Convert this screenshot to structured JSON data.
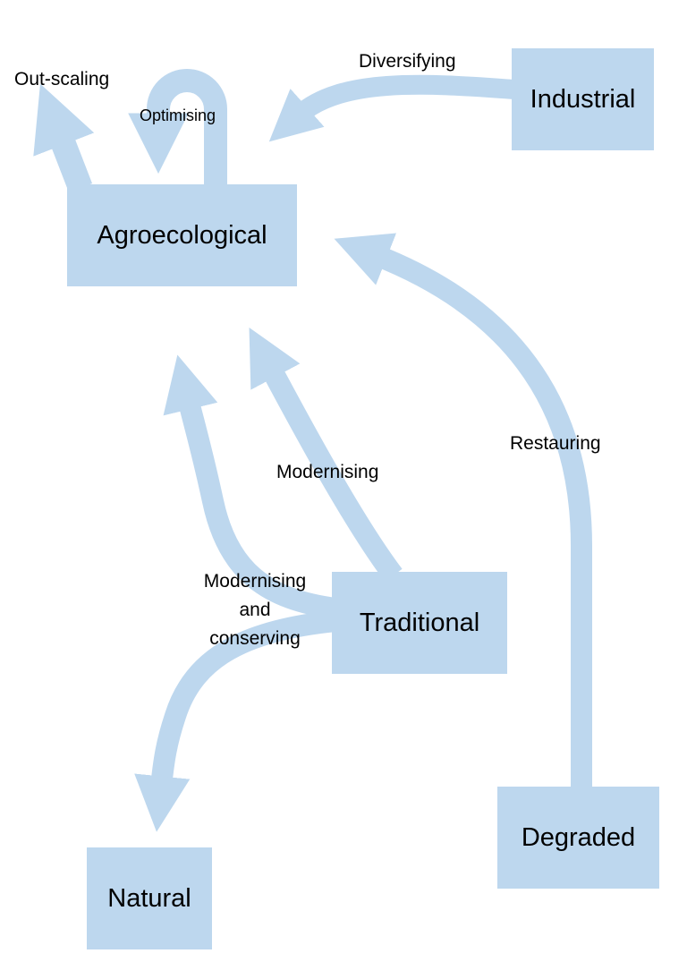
{
  "colors": {
    "box_fill": "#bdd7ee",
    "arrow_fill": "#bdd7ee",
    "text": "#000000",
    "background": "#ffffff"
  },
  "nodes": {
    "industrial": "Industrial",
    "agroecological": "Agroecological",
    "traditional": "Traditional",
    "natural": "Natural",
    "degraded": "Degraded"
  },
  "edges": {
    "diversifying": "Diversifying",
    "out_scaling": "Out-scaling",
    "optimising": "Optimising",
    "restauring": "Restauring",
    "modernising": "Modernising",
    "modernising_conserving": [
      "Modernising",
      "and",
      "conserving"
    ]
  }
}
